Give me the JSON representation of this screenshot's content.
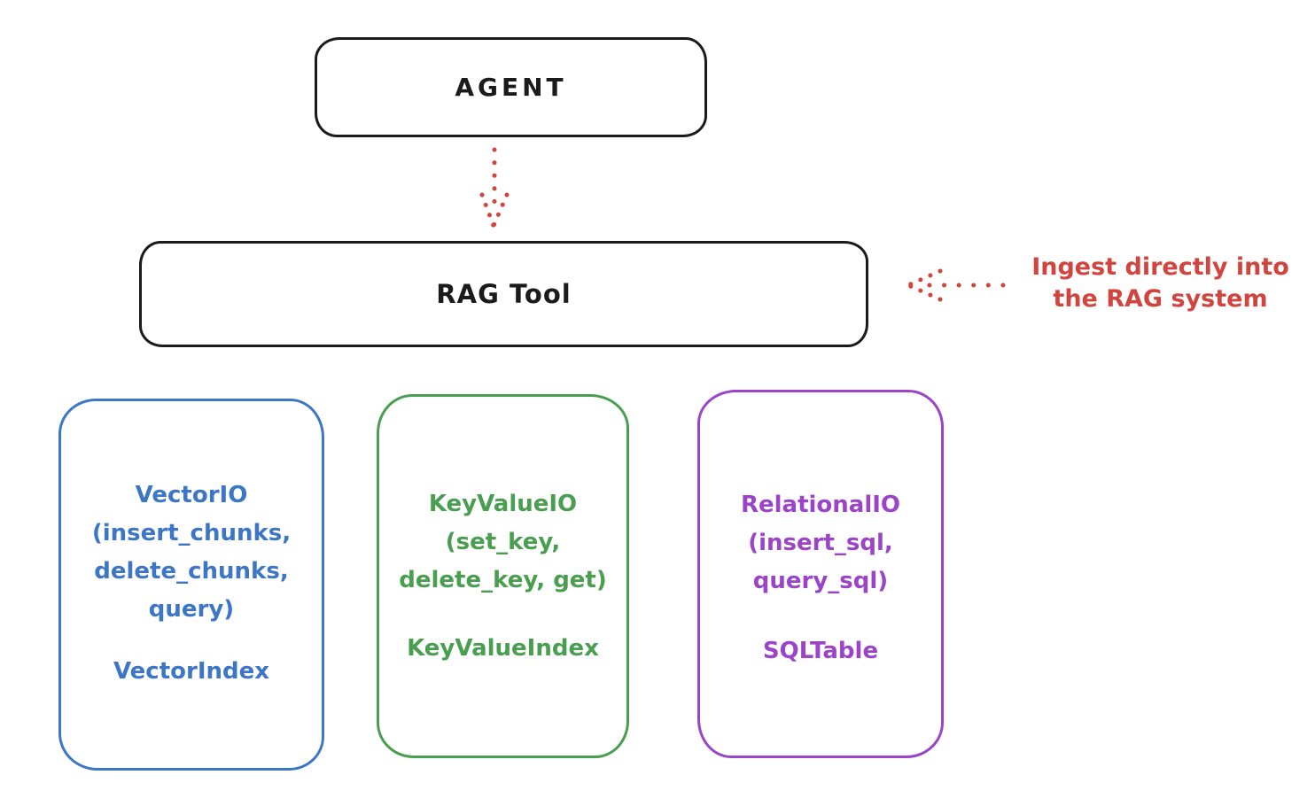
{
  "agent": {
    "label": "AGENT"
  },
  "rag_tool": {
    "label": "RAG Tool"
  },
  "annotation": {
    "line1": "Ingest directly into",
    "line2": "the RAG system"
  },
  "io_boxes": [
    {
      "id": "vector-io",
      "color": "#3d76c6",
      "lines": [
        "VectorIO",
        "(insert_chunks,",
        "delete_chunks,",
        "query)"
      ],
      "index_label": "VectorIndex"
    },
    {
      "id": "keyvalue-io",
      "color": "#4a9e50",
      "lines": [
        "KeyValueIO",
        "(set_key,",
        "delete_key, get)"
      ],
      "index_label": "KeyValueIndex"
    },
    {
      "id": "relational-io",
      "color": "#9b44c8",
      "lines": [
        "RelationalIO",
        "(insert_sql,",
        "query_sql)"
      ],
      "index_label": "SQLTable"
    }
  ],
  "colors": {
    "ink": "#1b1b1b",
    "arrow_red": "#d0453f",
    "vector_blue": "#3d76c6",
    "keyvalue_green": "#4a9e50",
    "relational_purple": "#9b44c8",
    "background": "#ffffff"
  }
}
